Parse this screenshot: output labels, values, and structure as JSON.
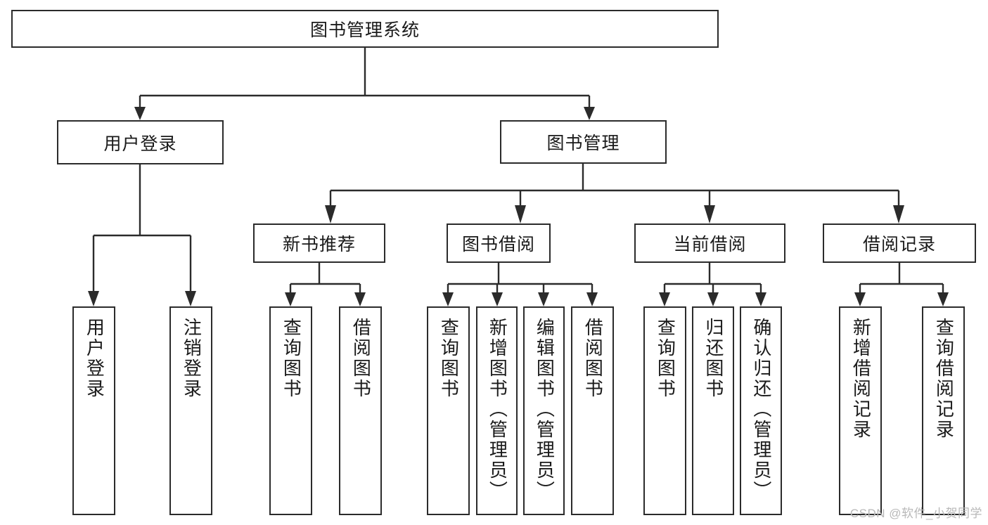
{
  "diagram": {
    "type": "tree",
    "title_node": {
      "id": "root",
      "label": "图书管理系统"
    },
    "level1": [
      {
        "id": "login",
        "label": "用户登录"
      },
      {
        "id": "bookmgr",
        "label": "图书管理"
      }
    ],
    "level2": [
      {
        "id": "newbook",
        "label": "新书推荐",
        "parent": "bookmgr"
      },
      {
        "id": "borrow",
        "label": "图书借阅",
        "parent": "bookmgr"
      },
      {
        "id": "current",
        "label": "当前借阅",
        "parent": "bookmgr"
      },
      {
        "id": "records",
        "label": "借阅记录",
        "parent": "bookmgr"
      }
    ],
    "leaves": {
      "login": [
        {
          "id": "leaf-user-login",
          "label": "用户登录"
        },
        {
          "id": "leaf-user-logout",
          "label": "注销登录"
        }
      ],
      "newbook": [
        {
          "id": "leaf-query-book-1",
          "label": "查询图书"
        },
        {
          "id": "leaf-borrow-book-1",
          "label": "借阅图书"
        }
      ],
      "borrow": [
        {
          "id": "leaf-query-book-2",
          "label": "查询图书"
        },
        {
          "id": "leaf-add-book",
          "label": "新增图书（管理员）"
        },
        {
          "id": "leaf-edit-book",
          "label": "编辑图书（管理员）"
        },
        {
          "id": "leaf-borrow-book-2",
          "label": "借阅图书"
        }
      ],
      "current": [
        {
          "id": "leaf-query-book-3",
          "label": "查询图书"
        },
        {
          "id": "leaf-return-book",
          "label": "归还图书"
        },
        {
          "id": "leaf-confirm-return",
          "label": "确认归还（管理员）"
        }
      ],
      "records": [
        {
          "id": "leaf-add-record",
          "label": "新增借阅记录"
        },
        {
          "id": "leaf-query-record",
          "label": "查询借阅记录"
        }
      ]
    },
    "colors": {
      "stroke": "#2b2b2b",
      "fill": "#ffffff",
      "text": "#1a1a1a",
      "watermark": "#b8b8b8"
    }
  },
  "watermark": {
    "text": "CSDN @软件_小贺同学"
  }
}
